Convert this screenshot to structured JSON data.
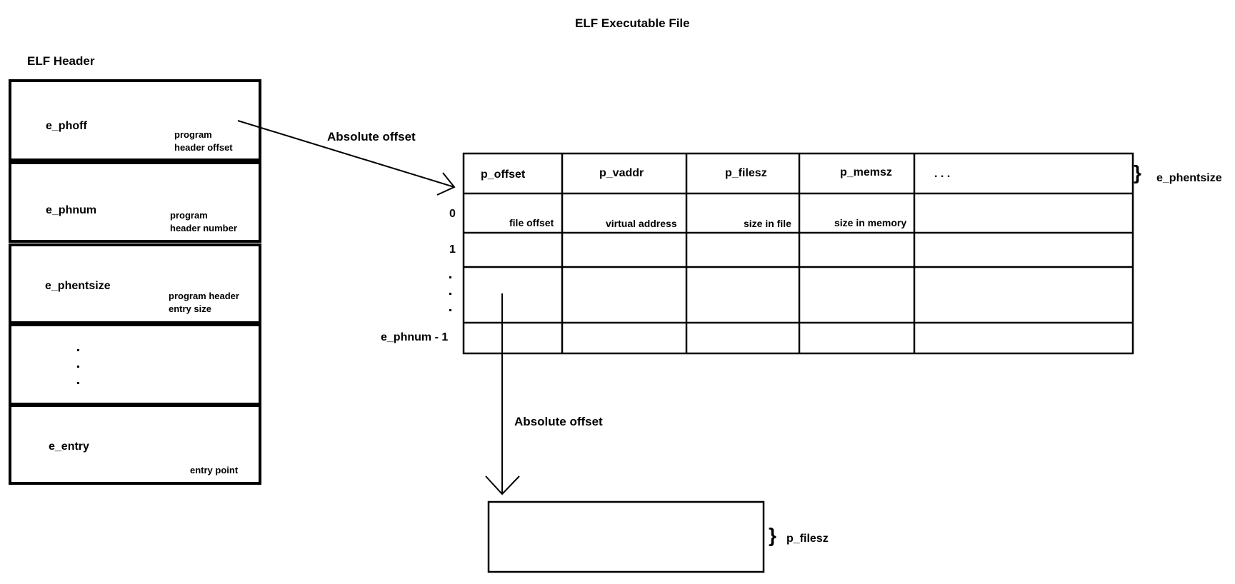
{
  "title": "ELF Executable File",
  "elf_header": {
    "label": "ELF Header",
    "fields": [
      {
        "name": "e_phoff",
        "desc_line1": "program",
        "desc_line2": "header offset"
      },
      {
        "name": "e_phnum",
        "desc_line1": "program",
        "desc_line2": "header number"
      },
      {
        "name": "e_phentsize",
        "desc_line1": "program header",
        "desc_line2": "entry size"
      },
      {
        "name": "e_entry",
        "desc_line1": "entry point"
      }
    ]
  },
  "arrows": {
    "phoff_label": "Absolute offset",
    "segment_label": "Absolute offset"
  },
  "program_header_table": {
    "columns": [
      "p_offset",
      "p_vaddr",
      "p_filesz",
      "p_memsz",
      ". . ."
    ],
    "row0_descs": [
      "file offset",
      "virtual address",
      "size in file",
      "size in memory"
    ],
    "row_labels": {
      "first": "0",
      "second": "1",
      "last": "e_phnum - 1"
    },
    "entry_size_label": "e_phentsize"
  },
  "segment": {
    "size_label": "p_filesz"
  },
  "colors": {
    "ink": "#000000",
    "background": "#ffffff"
  }
}
